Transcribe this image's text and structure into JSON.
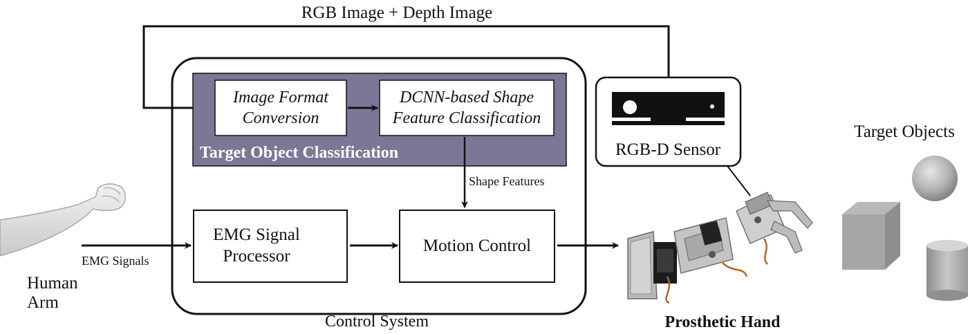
{
  "top_label": "RGB Image + Depth Image",
  "control_system": {
    "label": "Control System",
    "classification": {
      "title": "Target Object Classification",
      "fill": "#7b7896",
      "image_format": [
        "Image Format",
        "Conversion"
      ],
      "dcnn": [
        "DCNN-based Shape",
        "Feature Classification"
      ]
    },
    "shape_features_label": "Shape Features",
    "emg_processor": [
      "EMG Signal",
      "Processor"
    ],
    "motion_control": "Motion Control"
  },
  "emg_signals_label": "EMG Signals",
  "human_arm_label": [
    "Human",
    "Arm"
  ],
  "rgbd_sensor_label": "RGB-D Sensor",
  "prosthetic_hand_label": "Prosthetic Hand",
  "target_objects_label": "Target Objects"
}
